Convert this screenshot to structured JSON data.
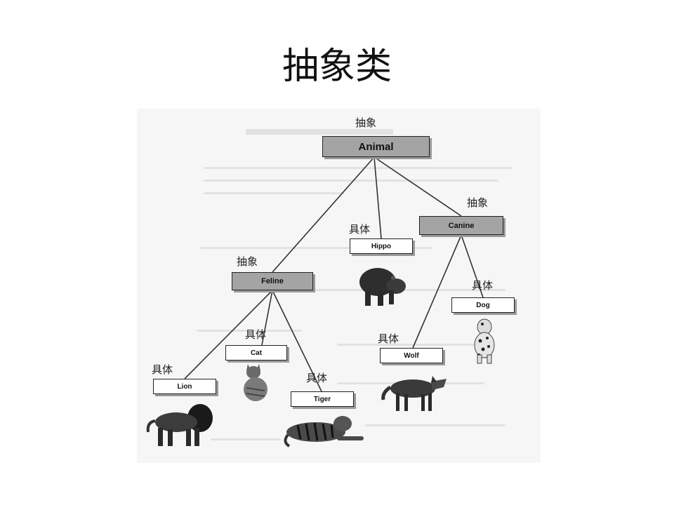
{
  "slide": {
    "title": "抽象类"
  },
  "tags": {
    "abstract": "抽象",
    "concrete": "具体"
  },
  "nodes": {
    "animal": "Animal",
    "feline": "Feline",
    "canine": "Canine",
    "hippo": "Hippo",
    "lion": "Lion",
    "cat": "Cat",
    "tiger": "Tiger",
    "wolf": "Wolf",
    "dog": "Dog"
  },
  "colors": {
    "abstract_fill": "#a4a4a4",
    "concrete_fill": "#ffffff",
    "line": "#333333"
  }
}
